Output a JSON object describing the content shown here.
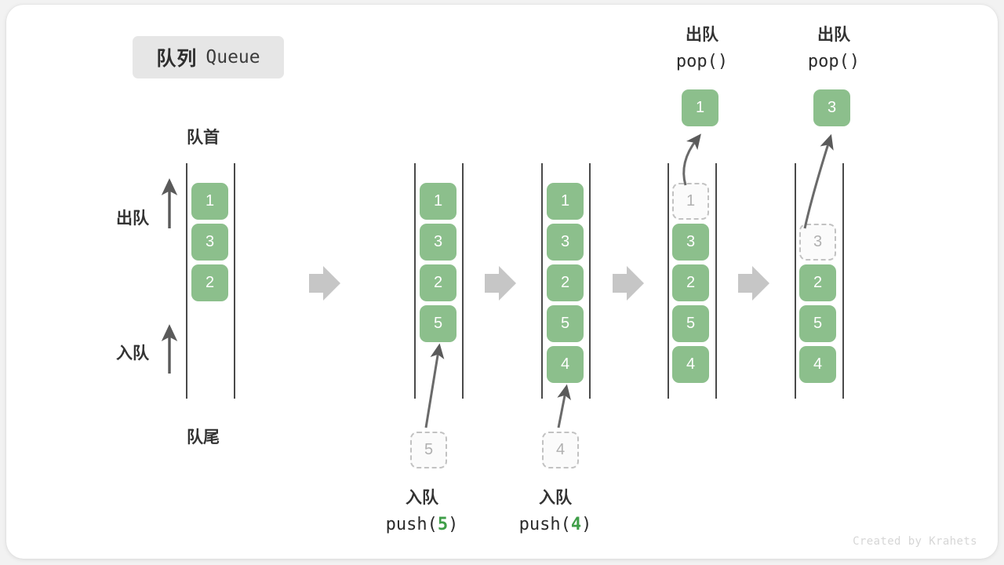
{
  "title": {
    "cn": "队列",
    "en": "Queue"
  },
  "labels": {
    "front": "队首",
    "rear": "队尾",
    "dequeue": "出队",
    "enqueue": "入队"
  },
  "watermark": "Created by Krahets",
  "colors": {
    "cell_fill": "#8cbf8c",
    "cell_text": "#ffffff",
    "ghost_border": "#c2c2c2",
    "ghost_text": "#b0b0b0",
    "rail": "#4a4a4a",
    "arrow": "#5a5a5a",
    "separator_arrow": "#c6c6c6",
    "badge_bg": "#e6e6e6",
    "accent_green": "#3f9e48",
    "canvas": "#ffffff"
  },
  "columns": [
    {
      "id": "col-initial",
      "cells": [
        {
          "value": "1",
          "state": "solid"
        },
        {
          "value": "3",
          "state": "solid"
        },
        {
          "value": "2",
          "state": "solid"
        }
      ]
    },
    {
      "id": "col-after-push-5",
      "cells": [
        {
          "value": "1",
          "state": "solid"
        },
        {
          "value": "3",
          "state": "solid"
        },
        {
          "value": "2",
          "state": "solid"
        },
        {
          "value": "5",
          "state": "solid"
        }
      ],
      "incoming": {
        "value": "5",
        "state": "ghost"
      },
      "caption": {
        "cn": "入队",
        "fn_prefix": "push(",
        "arg": "5",
        "fn_suffix": ")"
      }
    },
    {
      "id": "col-after-push-4",
      "cells": [
        {
          "value": "1",
          "state": "solid"
        },
        {
          "value": "3",
          "state": "solid"
        },
        {
          "value": "2",
          "state": "solid"
        },
        {
          "value": "5",
          "state": "solid"
        },
        {
          "value": "4",
          "state": "solid"
        }
      ],
      "incoming": {
        "value": "4",
        "state": "ghost"
      },
      "caption": {
        "cn": "入队",
        "fn_prefix": "push(",
        "arg": "4",
        "fn_suffix": ")"
      }
    },
    {
      "id": "col-after-pop-1",
      "cells": [
        {
          "value": "1",
          "state": "ghost"
        },
        {
          "value": "3",
          "state": "solid"
        },
        {
          "value": "2",
          "state": "solid"
        },
        {
          "value": "5",
          "state": "solid"
        },
        {
          "value": "4",
          "state": "solid"
        }
      ],
      "popped": {
        "value": "1",
        "state": "solid"
      },
      "caption": {
        "cn": "出队",
        "fn_prefix": "pop(",
        "arg": "",
        "fn_suffix": ")"
      }
    },
    {
      "id": "col-after-pop-3",
      "cells": [
        {
          "value": "",
          "state": "empty"
        },
        {
          "value": "3",
          "state": "ghost"
        },
        {
          "value": "2",
          "state": "solid"
        },
        {
          "value": "5",
          "state": "solid"
        },
        {
          "value": "4",
          "state": "solid"
        }
      ],
      "popped": {
        "value": "3",
        "state": "solid"
      },
      "caption": {
        "cn": "出队",
        "fn_prefix": "pop(",
        "arg": "",
        "fn_suffix": ")"
      }
    }
  ]
}
